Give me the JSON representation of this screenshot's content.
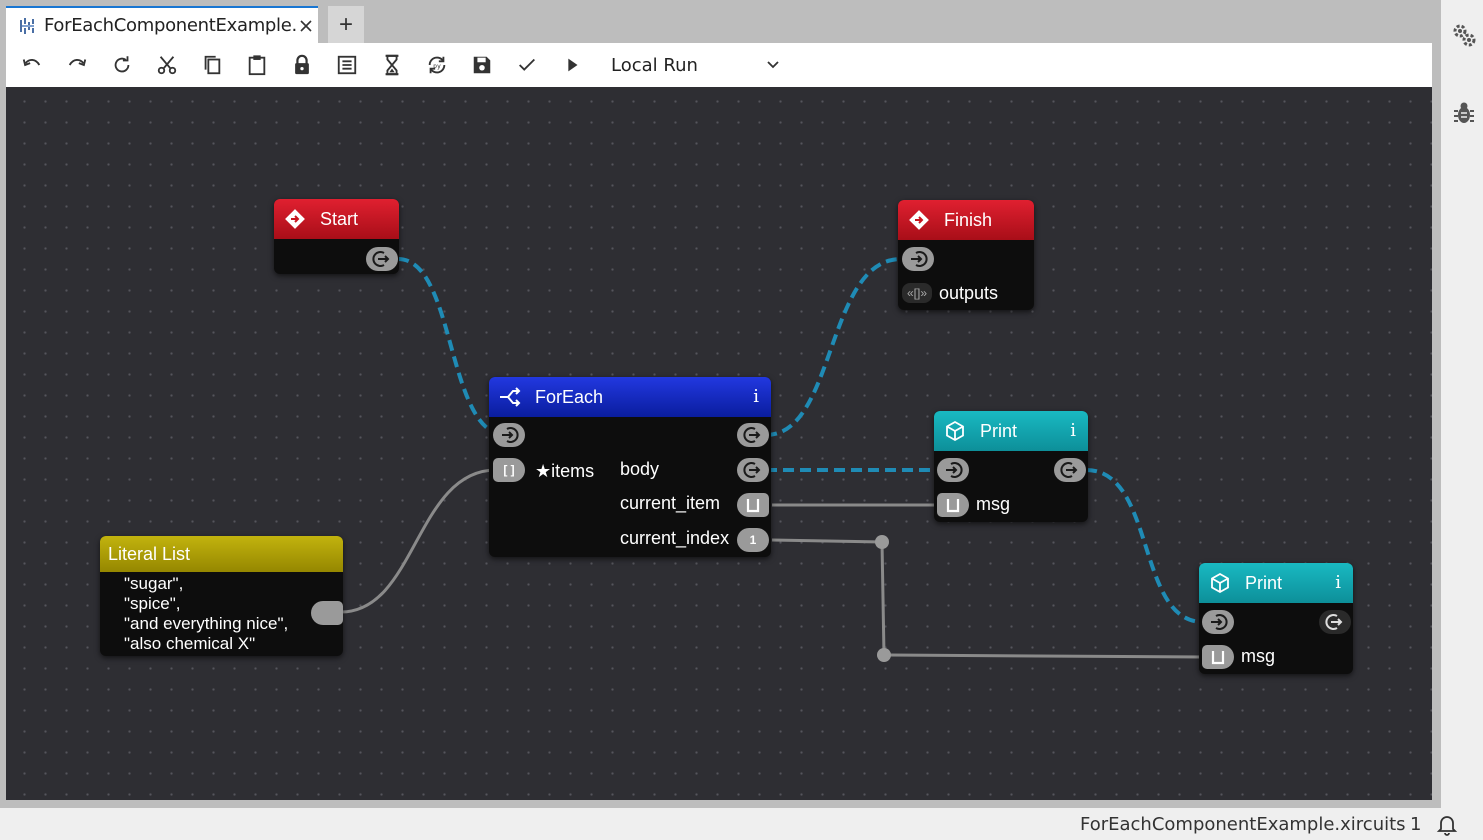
{
  "tab": {
    "title": "ForEachComponentExample.",
    "new_tab_label": "+"
  },
  "toolbar": {
    "items": [
      "undo-icon",
      "redo-icon",
      "reload-icon",
      "cut-icon",
      "copy-icon",
      "paste-icon",
      "lock-icon",
      "log-icon",
      "hourglass-icon",
      "compile-icon",
      "save-icon",
      "check-icon",
      "run-icon"
    ],
    "run_mode": "Local Run"
  },
  "nodes": {
    "start": {
      "title": "Start"
    },
    "finish": {
      "title": "Finish",
      "ports": {
        "outputs": "outputs"
      },
      "outputs_glyph": "«[]»"
    },
    "foreach": {
      "title": "ForEach",
      "info": "i",
      "ports": {
        "items": "★items",
        "body": "body",
        "current_item": "current_item",
        "current_index": "current_index"
      },
      "items_glyph": "[ ]",
      "index_glyph": "1"
    },
    "print1": {
      "title": "Print",
      "info": "i",
      "ports": {
        "msg": "msg"
      }
    },
    "print2": {
      "title": "Print",
      "info": "i",
      "ports": {
        "msg": "msg"
      }
    },
    "literal_list": {
      "title": "Literal List",
      "lines": [
        "\"sugar\",",
        "\"spice\",",
        "\"and everything nice\",",
        "\"also chemical X\""
      ]
    }
  },
  "colors": {
    "canvas": "#2e2e33",
    "flow_wire": "#1f8bb5",
    "data_wire": "#8a8a8a",
    "start_finish_header": "#c8141f",
    "foreach_header": "#1428c8",
    "print_header": "#12a5ae",
    "literal_header": "#aea000"
  },
  "statusbar": {
    "filename": "ForEachComponentExample.xircuits",
    "count": "1"
  }
}
